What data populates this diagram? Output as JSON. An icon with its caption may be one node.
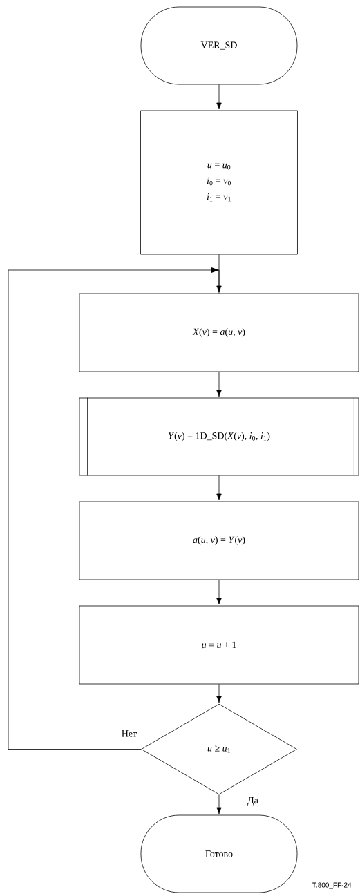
{
  "diagram": {
    "nodes": [
      {
        "text": [
          "VER_SD"
        ]
      },
      {
        "text": [
          "*u* = *u*$_{0}$",
          "*i*$_{0}$ = *v*$_{0}$",
          "*i*$_{1}$ = *v*$_{1}$"
        ]
      },
      {
        "text": [
          "*X*(*v*) = *a*(*u, v*)"
        ]
      },
      {
        "text": [
          "*Y*(*v*) = 1D_SD(*X*(*v*), *i*$_{0}$, *i*$_{1}$)"
        ]
      },
      {
        "text": [
          "*a*(*u, v*) = *Y*(*v*)"
        ]
      },
      {
        "text": [
          "*u* = *u* + 1"
        ]
      },
      {
        "text": [
          "*u* ≥ *u*$_{1}$"
        ]
      },
      {
        "text": [
          "Готово"
        ]
      }
    ],
    "edges": [
      {
        "from": 0,
        "to": 1,
        "arrow": "to"
      },
      {
        "from": 1,
        "to": 2,
        "arrow": "to"
      },
      {
        "from": 2,
        "to": 3,
        "arrow": "to"
      },
      {
        "from": 3,
        "to": 4,
        "arrow": "to"
      },
      {
        "from": 4,
        "to": 5,
        "arrow": "to"
      },
      {
        "from": 5,
        "to": 6,
        "arrow": "to"
      },
      {
        "from": 6,
        "to": 7,
        "arrow": "to",
        "label": "Да"
      },
      {
        "from": 6,
        "to": 2,
        "arrow": "to",
        "label": "Нет"
      }
    ],
    "labels": [
      "T.800_FF-24"
    ]
  }
}
